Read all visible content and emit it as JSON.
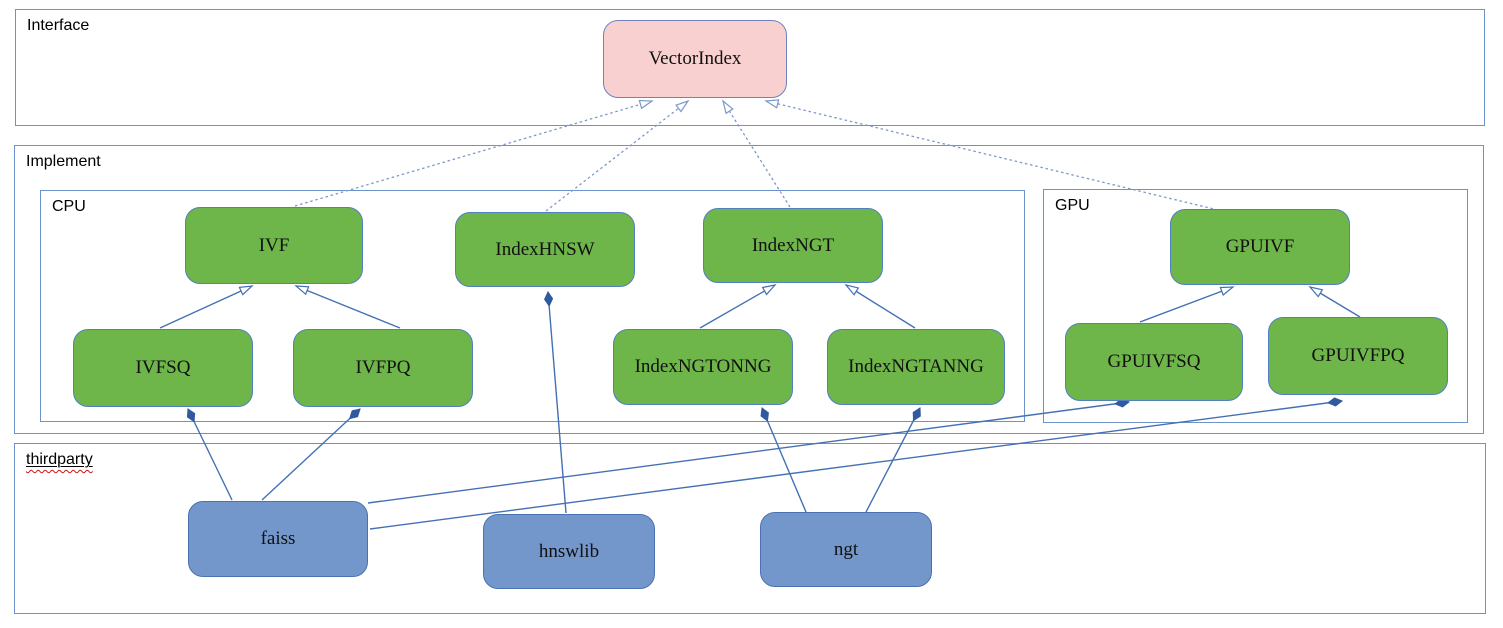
{
  "containers": {
    "interface": {
      "label": "Interface"
    },
    "implement": {
      "label": "Implement"
    },
    "cpu": {
      "label": "CPU"
    },
    "gpu": {
      "label": "GPU"
    },
    "thirdparty": {
      "label": "thirdparty"
    }
  },
  "nodes": {
    "vectorindex": {
      "label": "VectorIndex",
      "kind": "interface-class"
    },
    "ivf": {
      "label": "IVF",
      "kind": "cpu-class"
    },
    "indexhnsw": {
      "label": "IndexHNSW",
      "kind": "cpu-class"
    },
    "indexngt": {
      "label": "IndexNGT",
      "kind": "cpu-class"
    },
    "ivfsq": {
      "label": "IVFSQ",
      "kind": "cpu-class"
    },
    "ivfpq": {
      "label": "IVFPQ",
      "kind": "cpu-class"
    },
    "indexngtonng": {
      "label": "IndexNGTONNG",
      "kind": "cpu-class"
    },
    "indexngtanng": {
      "label": "IndexNGTANNG",
      "kind": "cpu-class"
    },
    "gpuivf": {
      "label": "GPUIVF",
      "kind": "gpu-class"
    },
    "gpuivfsq": {
      "label": "GPUIVFSQ",
      "kind": "gpu-class"
    },
    "gpuivfpq": {
      "label": "GPUIVFPQ",
      "kind": "gpu-class"
    },
    "faiss": {
      "label": "faiss",
      "kind": "thirdparty-lib"
    },
    "hnswlib": {
      "label": "hnswlib",
      "kind": "thirdparty-lib"
    },
    "ngt": {
      "label": "ngt",
      "kind": "thirdparty-lib"
    }
  },
  "edges": [
    {
      "from": "IVF",
      "to": "VectorIndex",
      "type": "realization-dashed-hollow-arrow"
    },
    {
      "from": "IndexHNSW",
      "to": "VectorIndex",
      "type": "realization-dashed-hollow-arrow"
    },
    {
      "from": "IndexNGT",
      "to": "VectorIndex",
      "type": "realization-dashed-hollow-arrow"
    },
    {
      "from": "GPUIVF",
      "to": "VectorIndex",
      "type": "realization-dashed-hollow-arrow"
    },
    {
      "from": "IVFSQ",
      "to": "IVF",
      "type": "generalization-hollow-arrow"
    },
    {
      "from": "IVFPQ",
      "to": "IVF",
      "type": "generalization-hollow-arrow"
    },
    {
      "from": "IndexNGTONNG",
      "to": "IndexNGT",
      "type": "generalization-hollow-arrow"
    },
    {
      "from": "IndexNGTANNG",
      "to": "IndexNGT",
      "type": "generalization-hollow-arrow"
    },
    {
      "from": "GPUIVFSQ",
      "to": "GPUIVF",
      "type": "generalization-hollow-arrow"
    },
    {
      "from": "GPUIVFPQ",
      "to": "GPUIVF",
      "type": "generalization-hollow-arrow"
    },
    {
      "from": "faiss",
      "to": "IVFSQ",
      "type": "composition-filled-diamond"
    },
    {
      "from": "faiss",
      "to": "IVFPQ",
      "type": "composition-filled-diamond"
    },
    {
      "from": "faiss",
      "to": "GPUIVFSQ",
      "type": "composition-filled-diamond"
    },
    {
      "from": "faiss",
      "to": "GPUIVFPQ",
      "type": "composition-filled-diamond"
    },
    {
      "from": "hnswlib",
      "to": "IndexHNSW",
      "type": "composition-filled-diamond"
    },
    {
      "from": "ngt",
      "to": "IndexNGTONNG",
      "type": "composition-filled-diamond"
    },
    {
      "from": "ngt",
      "to": "IndexNGTANNG",
      "type": "composition-filled-diamond"
    }
  ],
  "colors": {
    "class_green_fill": "#6eb54a",
    "library_blue_fill": "#7397cb",
    "interface_pink_fill": "#f8d0cf",
    "edge_blue": "#4470b4",
    "dashed_edge_blue": "#7c97c9",
    "container_border_blue": "#6c93c9",
    "diamond_fill": "#2f5aa0",
    "spellcheck_squiggle_red": "#cc1111"
  }
}
